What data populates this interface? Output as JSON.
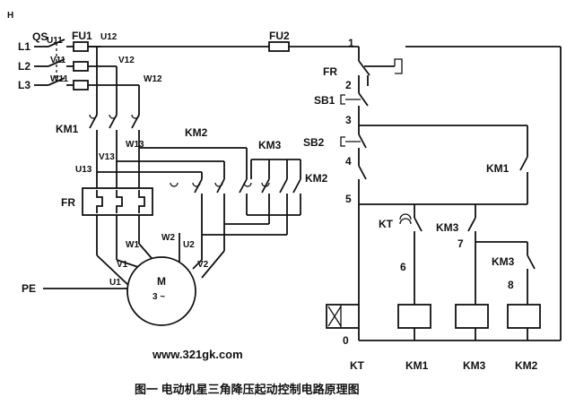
{
  "corner_mark": "H",
  "left": {
    "qs": "QS",
    "fu1": "FU1",
    "lines": [
      "L1",
      "L2",
      "L3"
    ],
    "upper_terms": [
      "U11",
      "V11",
      "W11"
    ],
    "mid_terms": [
      "U12",
      "V12",
      "W12"
    ],
    "km1": "KM1",
    "km2": "KM2",
    "km3": "KM3",
    "v13": "V13",
    "w13": "W13",
    "u13": "U13",
    "fr": "FR",
    "w1": "W1",
    "w2": "W2",
    "u2": "U2",
    "v1": "V1",
    "v2": "V2",
    "u1": "U1",
    "pe": "PE",
    "motor": "M",
    "motor_sub": "3 ~"
  },
  "right": {
    "fu2": "FU2",
    "fr": "FR",
    "sb1": "SB1",
    "sb2": "SB2",
    "km2": "KM2",
    "km1": "KM1",
    "kt": "KT",
    "km3": "KM3",
    "km3b": "KM3",
    "nodes": [
      "1",
      "2",
      "3",
      "4",
      "5",
      "6",
      "7",
      "8",
      "0"
    ],
    "coils": [
      "KT",
      "KM1",
      "KM3",
      "KM2"
    ]
  },
  "site": "www.321gk.com",
  "caption": "图一  电动机星三角降压起动控制电路原理图"
}
